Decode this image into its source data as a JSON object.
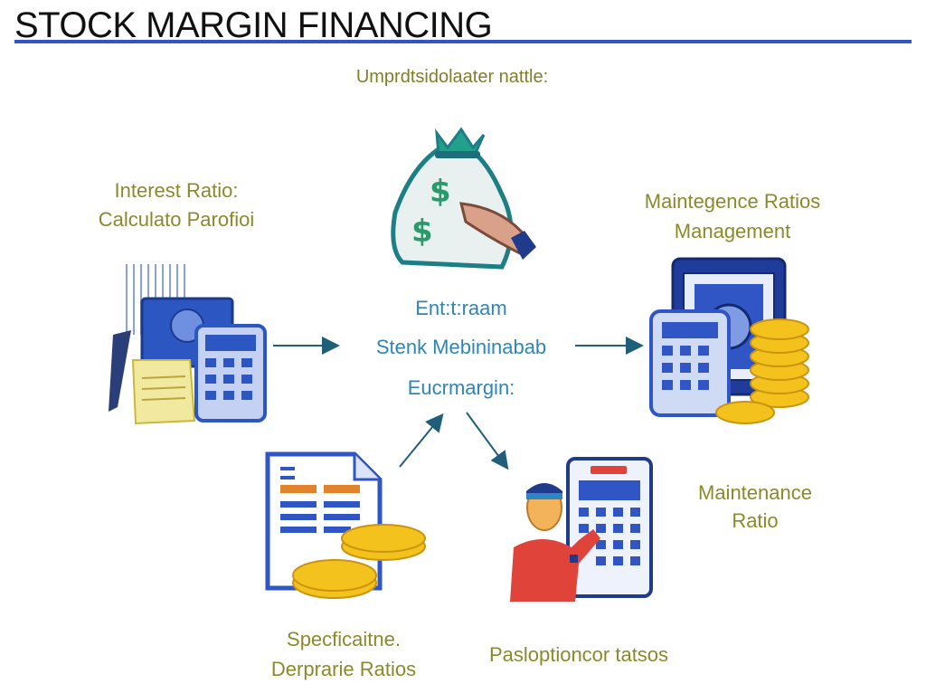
{
  "header": {
    "title": "STOCK MARGIN FINANCING",
    "accent_color": "#2f56c4"
  },
  "subtitle": "Umprdtsidolaater nattle:",
  "center": {
    "line1": "Ent:t:raam",
    "line2": "Stenk Mebininabab",
    "line3": "Eucrmargin:"
  },
  "nodes": {
    "interest": {
      "line1": "Interest Ratio:",
      "line2": "Calculato Parofioi"
    },
    "maintegence": {
      "line1": "Maintegence Ratios",
      "line2": "Management"
    },
    "maintenance": {
      "line1": "Maintenance",
      "line2": "Ratio"
    },
    "specification": {
      "line1": "Specficaitne.",
      "line2": "Derprarie Ratios"
    },
    "realization": {
      "line1": "Pasloptioncor tatsos"
    }
  },
  "icons": {
    "money_bag": "money-bag-icon",
    "documents_calculator": "documents-calculator-icon",
    "safe_coins": "safe-calculator-coins-icon",
    "report_coins": "report-coins-icon",
    "person_calculator": "person-calculator-icon"
  }
}
